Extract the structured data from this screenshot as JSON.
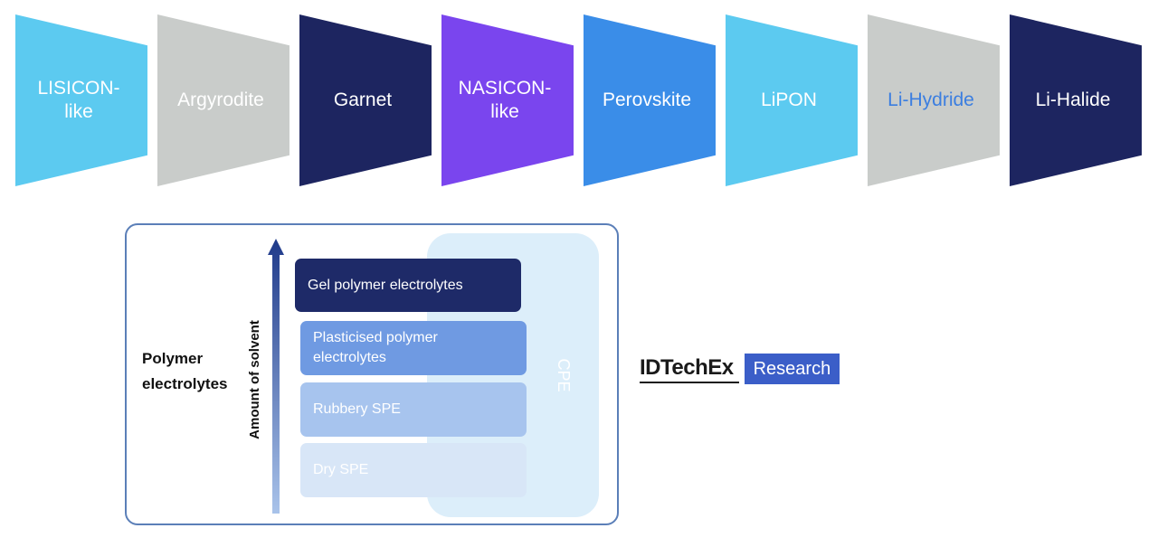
{
  "electrolyte_types": [
    {
      "label_lines": [
        "LISICON-",
        "like"
      ],
      "color": "#5ccaf0",
      "text_color": "#ffffff"
    },
    {
      "label_lines": [
        "Argyrodite"
      ],
      "color": "#c9ccca",
      "text_color": "#ffffff"
    },
    {
      "label_lines": [
        "Garnet"
      ],
      "color": "#1d2560",
      "text_color": "#ffffff"
    },
    {
      "label_lines": [
        "NASICON-",
        "like"
      ],
      "color": "#7a45ee",
      "text_color": "#ffffff"
    },
    {
      "label_lines": [
        "Perovskite"
      ],
      "color": "#3a8de8",
      "text_color": "#ffffff"
    },
    {
      "label_lines": [
        "LiPON"
      ],
      "color": "#5ccaf0",
      "text_color": "#ffffff"
    },
    {
      "label_lines": [
        "Li-Hydride"
      ],
      "color": "#c9ccca",
      "text_color": "#3b7ee0"
    },
    {
      "label_lines": [
        "Li-Halide"
      ],
      "color": "#1d2560",
      "text_color": "#ffffff"
    }
  ],
  "polymer": {
    "group_label_line1": "Polymer",
    "group_label_line2": "electrolytes",
    "axis_label": "Amount of solvent",
    "cpe_label": "CPE",
    "levels": {
      "gel": "Gel polymer electrolytes",
      "plasticised_line1": "Plasticised polymer",
      "plasticised_line2": "electrolytes",
      "rubbery": "Rubbery SPE",
      "dry": "Dry SPE"
    }
  },
  "logo": {
    "brand": "IDTechEx",
    "research": "Research"
  }
}
